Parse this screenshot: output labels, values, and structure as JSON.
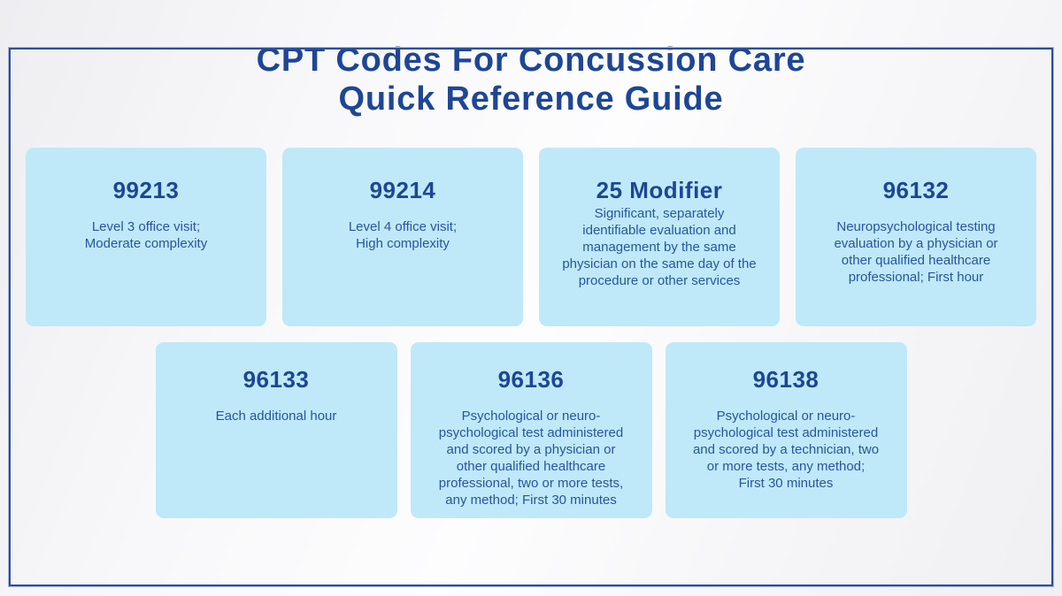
{
  "title": {
    "line1": "CPT Codes For Concussion Care",
    "line2": "Quick Reference Guide"
  },
  "colors": {
    "title_blue": "#1e4695",
    "body_text_blue": "#28559e",
    "card_background": "#bfe9f8",
    "frame_border": "#2b4d9a",
    "page_background": "#f4f4f6"
  },
  "cards": [
    {
      "code": "99213",
      "description": "Level 3 office visit;\nModerate complexity"
    },
    {
      "code": "99214",
      "description": "Level 4 office visit;\nHigh complexity"
    },
    {
      "code": "25 Modifier",
      "description": "Significant, separately\nidentifiable evaluation and\nmanagement by the same\nphysician on the same day of the\nprocedure or other services"
    },
    {
      "code": "96132",
      "description": "Neuropsychological testing\nevaluation by a physician or\nother qualified healthcare\nprofessional; First hour"
    },
    {
      "code": "96133",
      "description": "Each additional hour"
    },
    {
      "code": "96136",
      "description": "Psychological or neuro-\npsychological test administered\nand scored by a physician or\nother qualified healthcare\nprofessional, two or more tests,\nany method; First 30 minutes"
    },
    {
      "code": "96138",
      "description": "Psychological or neuro-\npsychological test administered\nand scored by a technician, two\nor more tests, any method;\nFirst 30 minutes"
    }
  ]
}
